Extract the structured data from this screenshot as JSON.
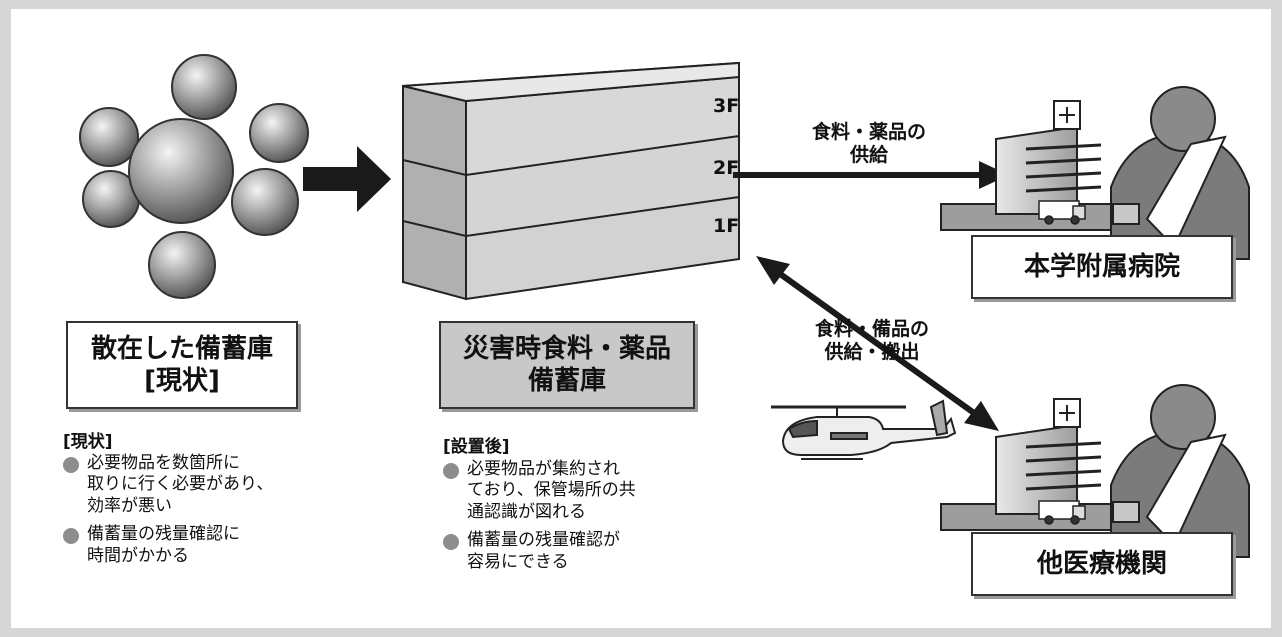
{
  "storage_labels": {
    "f3": "3F",
    "f2": "2F",
    "f1": "1F"
  },
  "boxes": {
    "scattered": [
      "散在した備蓄庫",
      "[現状]"
    ],
    "disaster": [
      "災害時食料・薬品",
      "備蓄庫"
    ],
    "hospital": "本学附属病院",
    "other": "他医療機関"
  },
  "arrows": {
    "supply": [
      "食料・薬品の",
      "供給"
    ],
    "supply_carry": [
      "食料・備品の",
      "供給・搬出"
    ]
  },
  "notes": {
    "current": {
      "heading": "[現状]",
      "bullets": [
        "必要物品を数箇所に\n取りに行く必要があり、\n効率が悪い",
        "備蓄量の残量確認に\n時間がかかる"
      ]
    },
    "after": {
      "heading": "[設置後]",
      "bullets": [
        "必要物品が集約され\nており、保管場所の共\n通認識が図れる",
        "備蓄量の残量確認が\n容易にできる"
      ]
    }
  },
  "colors": {
    "gray_fill": "#c8c8c8",
    "arrow": "#1a1a1a",
    "background": "#d6d6d6"
  },
  "icons": [
    "sphere-cluster",
    "stacked-storage",
    "hospital-building",
    "injured-person",
    "ambulance",
    "helicopter"
  ]
}
